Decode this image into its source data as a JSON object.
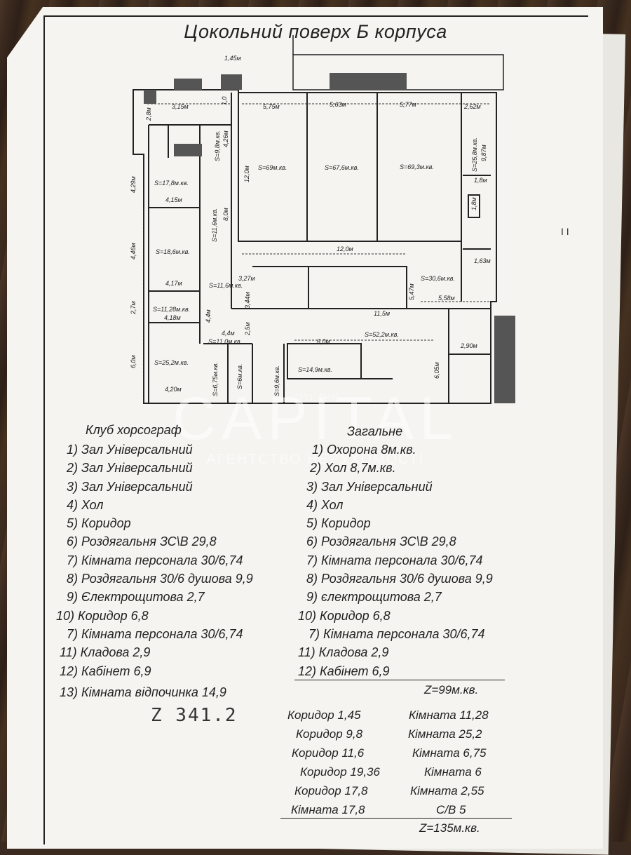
{
  "title": "Цокольний поверх Б корпуса",
  "plan": {
    "dims": [
      "1,45м",
      "3,15м",
      "2,8м",
      "1,0",
      "5,75м",
      "5,63м",
      "5,77м",
      "2,62м",
      "9,87м",
      "1,8м",
      "1,8м",
      "1,63м",
      "12,0м",
      "12,0м",
      "4,26м",
      "8,0м",
      "4,29м",
      "4,15м",
      "4,46м",
      "4,17м",
      "2,7м",
      "4,18м",
      "6,0м",
      "4,20м",
      "3,27м",
      "3,44м",
      "4,4м",
      "4,4м",
      "2,5м",
      "5,47м",
      "5,58м",
      "11,5м",
      "6,0м",
      "6,05м",
      "2,90м"
    ],
    "areas": [
      "S=9,8м.кв.",
      "S=11,6м.кв.",
      "S=69м.кв.",
      "S=67,6м.кв.",
      "S=69,3м.кв.",
      "S=25,8м.кв.",
      "S=17,8м.кв.",
      "S=18,6м.кв.",
      "S=11,6м.кв.",
      "S=11,28м.кв.",
      "S=30,6м.кв.",
      "S=11,0м.кв.",
      "S=52,2м.кв.",
      "S=25,2м.кв.",
      "S=6,75м.кв.",
      "S=6м.кв.",
      "S=9,6м.кв.",
      "S=14,9м.кв."
    ]
  },
  "left": {
    "header": "Клуб хорсограф",
    "items": [
      "1) Зал Універсальний",
      "2) Зал Універсальний",
      "3) Зал Універсальний",
      "4) Хол",
      "5) Коридор",
      "6) Роздягальня ЗС\\В 29,8",
      "7) Кімната персонала 30/6,74",
      "8) Роздягальня 30/6 душова 9,9",
      "9) Єлектрощитова 2,7",
      "10) Коридор 6,8",
      "7) Кімната персонала 30/6,74",
      "11) Кладова 2,9",
      "12) Кабінет 6,9",
      "13) Кімната відпочинка 14,9"
    ],
    "handwritten_total": "Z 341.2"
  },
  "right": {
    "header": "Загальне",
    "items": [
      "1) Охорона 8м.кв.",
      "2) Хол 8,7м.кв.",
      "3) Зал Універсальний",
      "4) Хол",
      "5) Коридор",
      "6) Роздягальня ЗС\\В 29,8",
      "7) Кімната персонала 30/6,74",
      "8) Роздягальня 30/6 душова 9,9",
      "9) єлектрощитова 2,7",
      "10) Коридор 6,8",
      "7) Кімната персонала 30/6,74",
      "11) Кладова 2,9",
      "12) Кабінет 6,9"
    ],
    "total1": "Z=99м.кв.",
    "summary_left": [
      "Коридор 1,45",
      "Коридор 9,8",
      "Коридор 11,6",
      "Коридор 19,36",
      "Коридор 17,8",
      "Кімната 17,8"
    ],
    "summary_right": [
      "Кімната 11,28",
      "Кімната 25,2",
      "Кімната 6,75",
      "Кімната 6",
      "Кімната 2,55",
      "С/В 5"
    ],
    "total2": "Z=135м.кв."
  },
  "side_mark": "I I",
  "watermark": {
    "top": "CITI.THE",
    "main": "CAPITAL",
    "sub": "АГЕНТСТВО НЕРУХОМОСТІ"
  }
}
